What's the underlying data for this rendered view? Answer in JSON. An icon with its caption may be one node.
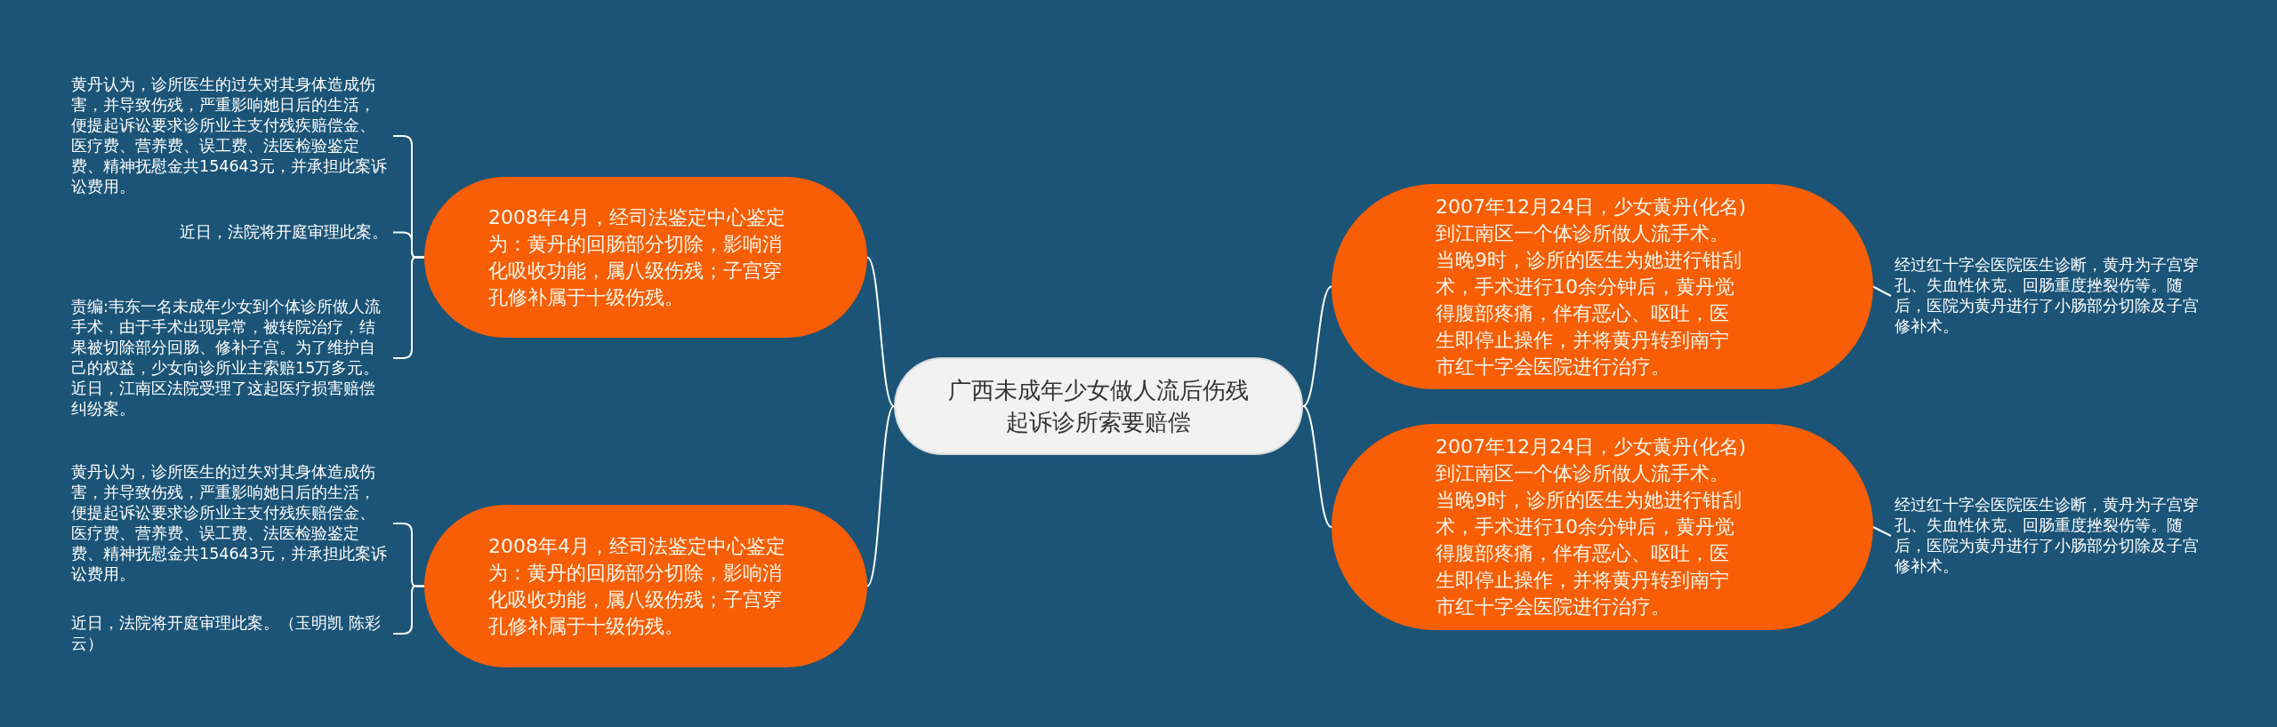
{
  "diagram": {
    "nodes": [
      {
        "text": [
          "广西未成年少女做人流后伤残起诉诊所索要赔偿"
        ]
      },
      {
        "text": [
          "2007年12月24日，少女黄丹(化名)到江南区一个体诊所做人流手术。当晚9时，诊所的医生为她进行钳刮术，手术进行10余分钟后，黄丹觉得腹部疼痛，伴有恶心、呕吐，医生即停止操作，并将黄丹转到南宁市红十字会医院进行治疗。"
        ]
      },
      {
        "text": [
          "经过红十字会医院医生诊断，黄丹为子宫穿孔、失血性休克、回肠重度挫裂伤等。随后，医院为黄丹进行了小肠部分切除及子宫修补术。"
        ]
      },
      {
        "text": [
          "2007年12月24日，少女黄丹(化名)到江南区一个体诊所做人流手术。当晚9时，诊所的医生为她进行钳刮术，手术进行10余分钟后，黄丹觉得腹部疼痛，伴有恶心、呕吐，医生即停止操作，并将黄丹转到南宁市红十字会医院进行治疗。"
        ]
      },
      {
        "text": [
          "经过红十字会医院医生诊断，黄丹为子宫穿孔、失血性休克、回肠重度挫裂伤等。随后，医院为黄丹进行了小肠部分切除及子宫修补术。"
        ]
      },
      {
        "text": [
          "2008年4月，经司法鉴定中心鉴定为：黄丹的回肠部分切除，影响消化吸收功能，属八级伤残；子宫穿孔修补属于十级伤残。"
        ]
      },
      {
        "text": [
          "黄丹认为，诊所医生的过失对其身体造成伤害，并导致伤残，严重影响她日后的生活，便提起诉讼要求诊所业主支付残疾赔偿金、医疗费、营养费、误工费、法医检验鉴定费、精神抚慰金共154643元，并承担此案诉讼费用。"
        ]
      },
      {
        "text": [
          "近日，法院将开庭审理此案。"
        ]
      },
      {
        "text": [
          "责编:韦东一名未成年少女到个体诊所做人流手术，由于手术出现异常，被转院治疗，结果被切除部分回肠、修补子宫。为了维护自己的权益，少女向诊所业主索赔15万多元。近日，江南区法院受理了这起医疗损害赔偿纠纷案。"
        ]
      },
      {
        "text": [
          "2008年4月，经司法鉴定中心鉴定为：黄丹的回肠部分切除，影响消化吸收功能，属八级伤残；子宫穿孔修补属于十级伤残。"
        ]
      },
      {
        "text": [
          "黄丹认为，诊所医生的过失对其身体造成伤害，并导致伤残，严重影响她日后的生活，便提起诉讼要求诊所业主支付残疾赔偿金、医疗费、营养费、误工费、法医检验鉴定费、精神抚慰金共154643元，并承担此案诉讼费用。"
        ]
      },
      {
        "text": [
          "近日，法院将开庭审理此案。（玉明凯 陈彩云）"
        ]
      }
    ],
    "edges": [
      {
        "from": 0,
        "to": 1,
        "arrow": "none"
      },
      {
        "from": 1,
        "to": 2,
        "arrow": "none"
      },
      {
        "from": 0,
        "to": 3,
        "arrow": "none"
      },
      {
        "from": 3,
        "to": 4,
        "arrow": "none"
      },
      {
        "from": 0,
        "to": 5,
        "arrow": "none"
      },
      {
        "from": 5,
        "to": 6,
        "arrow": "none"
      },
      {
        "from": 5,
        "to": 7,
        "arrow": "none"
      },
      {
        "from": 5,
        "to": 8,
        "arrow": "none"
      },
      {
        "from": 0,
        "to": 9,
        "arrow": "none"
      },
      {
        "from": 9,
        "to": 10,
        "arrow": "none"
      },
      {
        "from": 9,
        "to": 11,
        "arrow": "none"
      }
    ]
  }
}
